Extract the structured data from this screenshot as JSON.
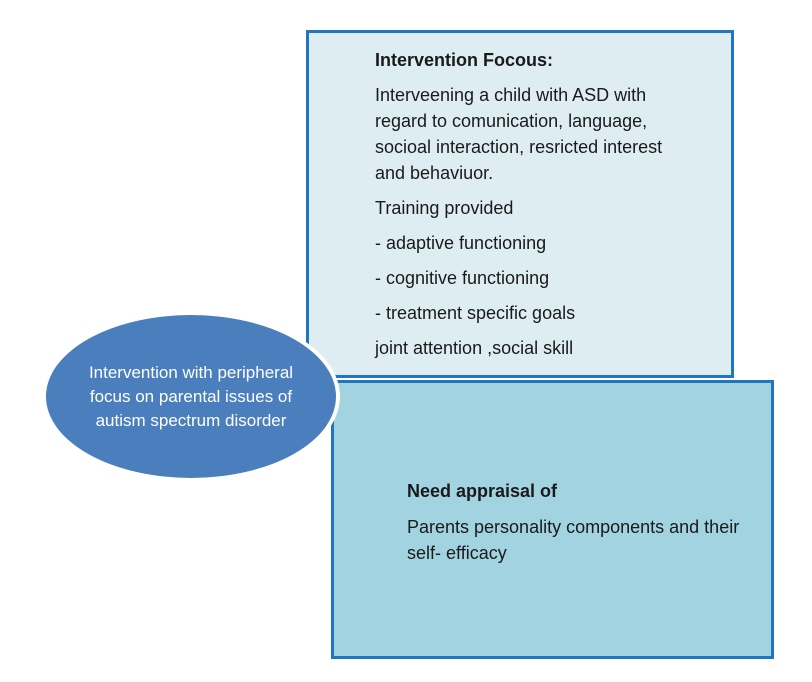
{
  "top_box": {
    "title": "Intervention Focous:",
    "paragraphs": [
      "Interveening a child with ASD with regard to comunication, language, socioal interaction, resricted interest and behaviuor.",
      "Training provided",
      "- adaptive functioning",
      "- cognitive functioning",
      "- treatment specific goals",
      "joint attention ,social skill"
    ]
  },
  "bottom_box": {
    "title": "Need appraisal of",
    "body": "Parents personality components and their self- efficacy"
  },
  "ellipse": {
    "text": "Intervention with peripheral focus on parental issues of autism spectrum disorder"
  },
  "colors": {
    "top_box_fill": "#deedf2",
    "bottom_box_fill": "#a2d3e1",
    "box_border": "#2176be",
    "ellipse_fill": "#4a7ebd",
    "ellipse_outline": "#ffffff",
    "ellipse_text": "#ffffff",
    "body_text": "#1a1a1a"
  }
}
